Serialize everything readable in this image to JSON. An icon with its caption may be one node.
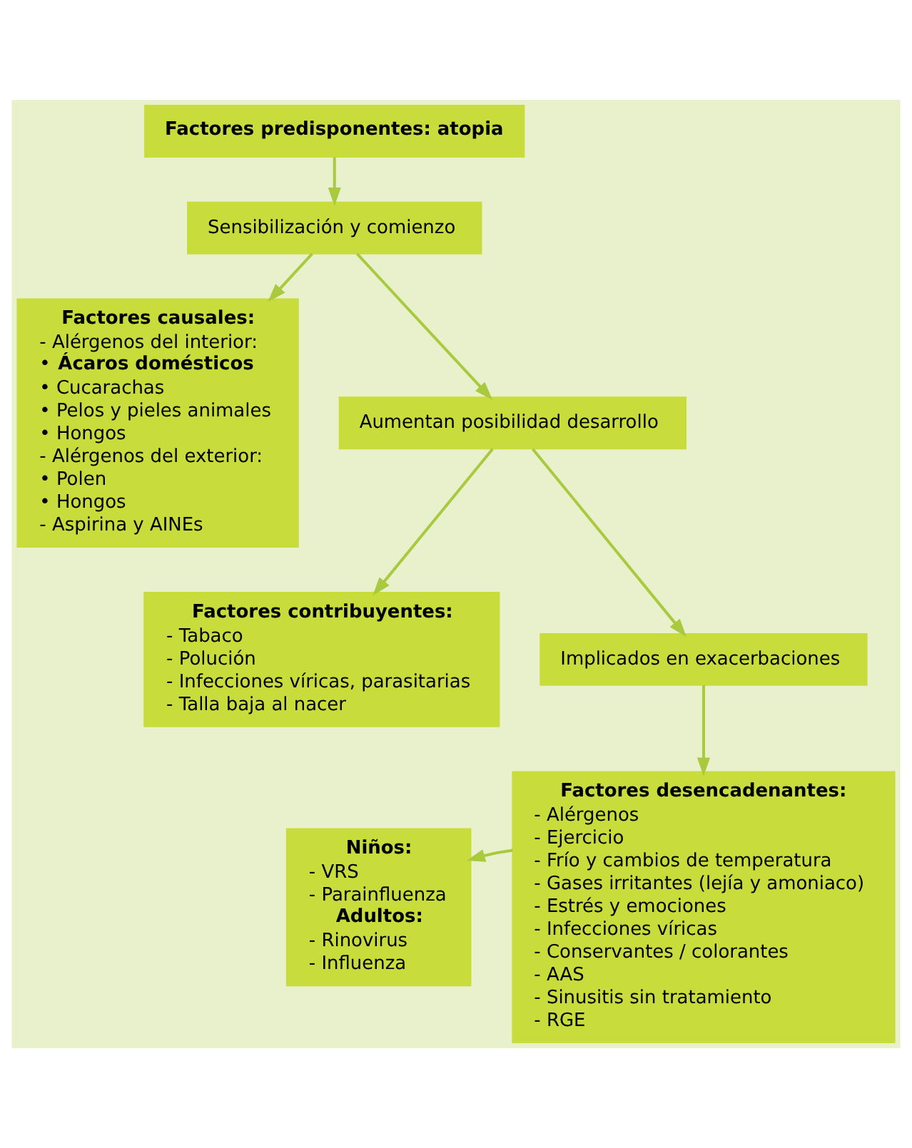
{
  "diagram": {
    "nodes": [
      {
        "text": [
          "Factores predisponentes: atopia"
        ]
      },
      {
        "text": [
          "Sensibilización y comienzo"
        ]
      },
      {
        "text": [
          "Factores causales:",
          "- Alérgenos del interior:",
          "• **Ácaros domésticos**",
          "• Cucarachas",
          "• Pelos y pieles animales",
          "• Hongos",
          "- Alérgenos del exterior:",
          "• Polen",
          "• Hongos",
          "- Aspirina y AINEs"
        ]
      },
      {
        "text": [
          "Aumentan posibilidad desarrollo"
        ]
      },
      {
        "text": [
          "Factores contribuyentes:",
          "- Tabaco",
          "- Polución",
          "- Infecciones víricas, parasitarias",
          "- Talla baja al nacer"
        ]
      },
      {
        "text": [
          "Implicados en exacerbaciones"
        ]
      },
      {
        "text": [
          "Factores desencadenantes:",
          "- Alérgenos",
          "- Ejercicio",
          "- Frío y cambios de temperatura",
          "- Gases irritantes (lejía y amoniaco)",
          "- Estrés y emociones",
          "- Infecciones víricas",
          "- Conservantes / colorantes",
          "- AAS",
          "- Sinusitis sin tratamiento",
          "- RGE"
        ]
      },
      {
        "text": [
          "Niños:",
          "- VRS",
          "- Parainfluenza",
          "Adultos:",
          "- Rinovirus",
          "- Influenza"
        ]
      }
    ],
    "edges": [
      {
        "from": 0,
        "to": 1,
        "arrow": "to"
      },
      {
        "from": 1,
        "to": 2,
        "arrow": "to"
      },
      {
        "from": 1,
        "to": 3,
        "arrow": "to"
      },
      {
        "from": 3,
        "to": 4,
        "arrow": "to"
      },
      {
        "from": 3,
        "to": 5,
        "arrow": "to"
      },
      {
        "from": 5,
        "to": 6,
        "arrow": "to"
      },
      {
        "from": 6,
        "to": 7,
        "arrow": "to"
      }
    ]
  }
}
